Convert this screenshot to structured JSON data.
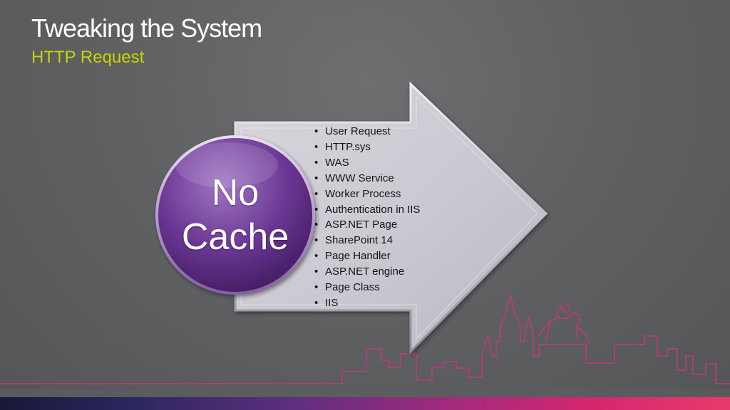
{
  "slide": {
    "title": "Tweaking the System",
    "subtitle": "HTTP Request"
  },
  "diagram": {
    "circle_label_line1": "No",
    "circle_label_line2": "Cache",
    "steps": [
      "User Request",
      "HTTP.sys",
      "WAS",
      "WWW Service",
      "Worker Process",
      "Authentication in IIS",
      "ASP.NET Page",
      "SharePoint 14",
      "Page Handler",
      "ASP.NET engine",
      "Page Class",
      "IIS"
    ]
  },
  "colors": {
    "title": "#ffffff",
    "subtitle": "#c8d400",
    "circle": "#6a3592",
    "arrow": "#d0ced6",
    "skyline": "#c2387d"
  }
}
